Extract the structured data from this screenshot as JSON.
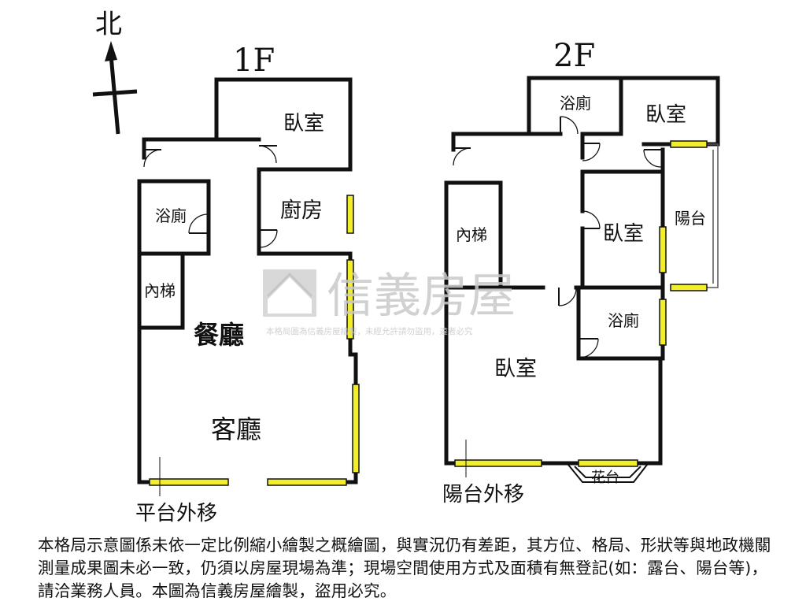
{
  "compass": {
    "north_label": "北"
  },
  "floors": [
    {
      "id": "1F",
      "title": "1F",
      "rooms": {
        "bedroom": "臥室",
        "bathroom": "浴廁",
        "kitchen": "廚房",
        "stairs": "內梯",
        "dining": "餐廳",
        "living": "客廳"
      },
      "note": "平台外移"
    },
    {
      "id": "2F",
      "title": "2F",
      "rooms": {
        "bathroom_top": "浴廁",
        "bedroom_top": "臥室",
        "balcony": "陽台",
        "stairs": "內梯",
        "bedroom_mid": "臥室",
        "bathroom_mid": "浴廁",
        "bedroom_main": "臥室",
        "flower_bed": "花台"
      },
      "note": "陽台外移"
    }
  ],
  "watermark": {
    "brand": "信義房屋",
    "caption": "本格局圖為信義房屋繪製，未經允許請勿盜用，違者必究"
  },
  "disclaimer": "本格局示意圖係未依一定比例縮小繪製之概繪圖，與實況仍有差距，其方位、格局、形狀等與地政機關測量成果圖未必一致，仍須以房屋現場為準；現場空間使用方式及面積有無登記(如：露台、陽台等)，請洽業務人員。本圖為信義房屋繪製，盜用必究。",
  "colors": {
    "wall": "#111111",
    "window": "#f3ee2a",
    "watermark": "#c9c9c9"
  }
}
